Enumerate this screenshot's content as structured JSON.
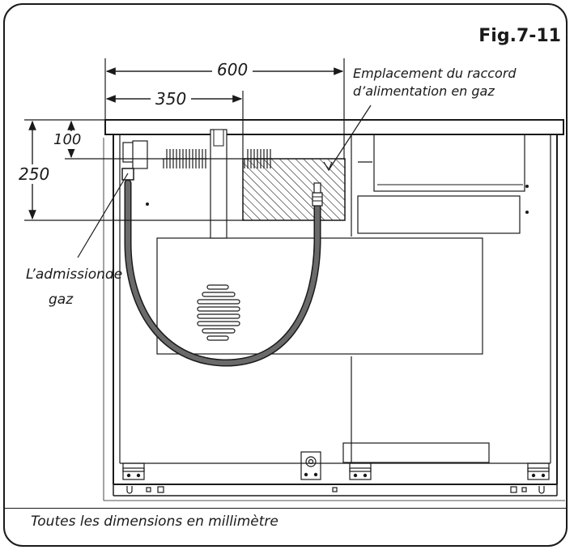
{
  "figure": {
    "label": "Fig.7-11",
    "footer_note": "Toutes les dimensions en millimètre"
  },
  "dimensions": {
    "width_total": "600",
    "width_partial": "350",
    "height_partial": "100",
    "height_total": "250"
  },
  "callouts": {
    "gas_connection_line1": "Emplacement du raccord",
    "gas_connection_line2": "d’alimentation en gaz",
    "gas_inlet_line1": "L’admissionde",
    "gas_inlet_line2": "gaz"
  },
  "colors": {
    "ink": "#1a1a1a",
    "hose": "#6a6a6a",
    "paper": "#ffffff"
  }
}
